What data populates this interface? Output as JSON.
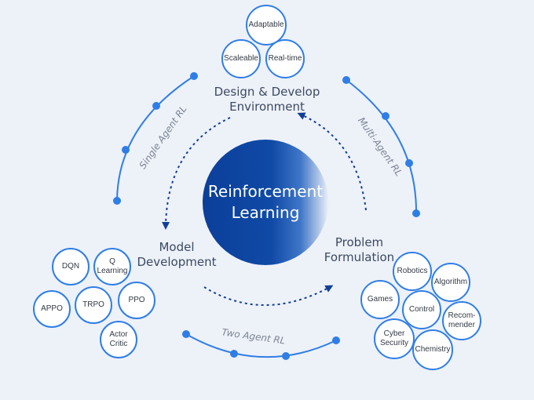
{
  "center": {
    "title": "Reinforcement\nLearning"
  },
  "nodes": {
    "design": "Design & Develop\nEnvironment",
    "model": "Model\nDevelopment",
    "problem": "Problem\nFormulation"
  },
  "arcs": {
    "single_agent": "Single Agent RL",
    "multi_agent": "Multi-Agent RL",
    "two_agent": "Two Agent RL"
  },
  "design_traits": [
    "Adaptable",
    "Scaleable",
    "Real-time"
  ],
  "algorithms": [
    "DQN",
    "Q\nLearning",
    "APPO",
    "TRPO",
    "PPO",
    "Actor\nCritic"
  ],
  "applications": [
    "Robotics",
    "Algorithm",
    "Games",
    "Control",
    "Recom-\nmender",
    "Cyber\nSecurity",
    "Chemistry"
  ],
  "colors": {
    "accent": "#2f7ee6",
    "dark_blue": "#0f4aa6",
    "background": "#edf1f8"
  }
}
